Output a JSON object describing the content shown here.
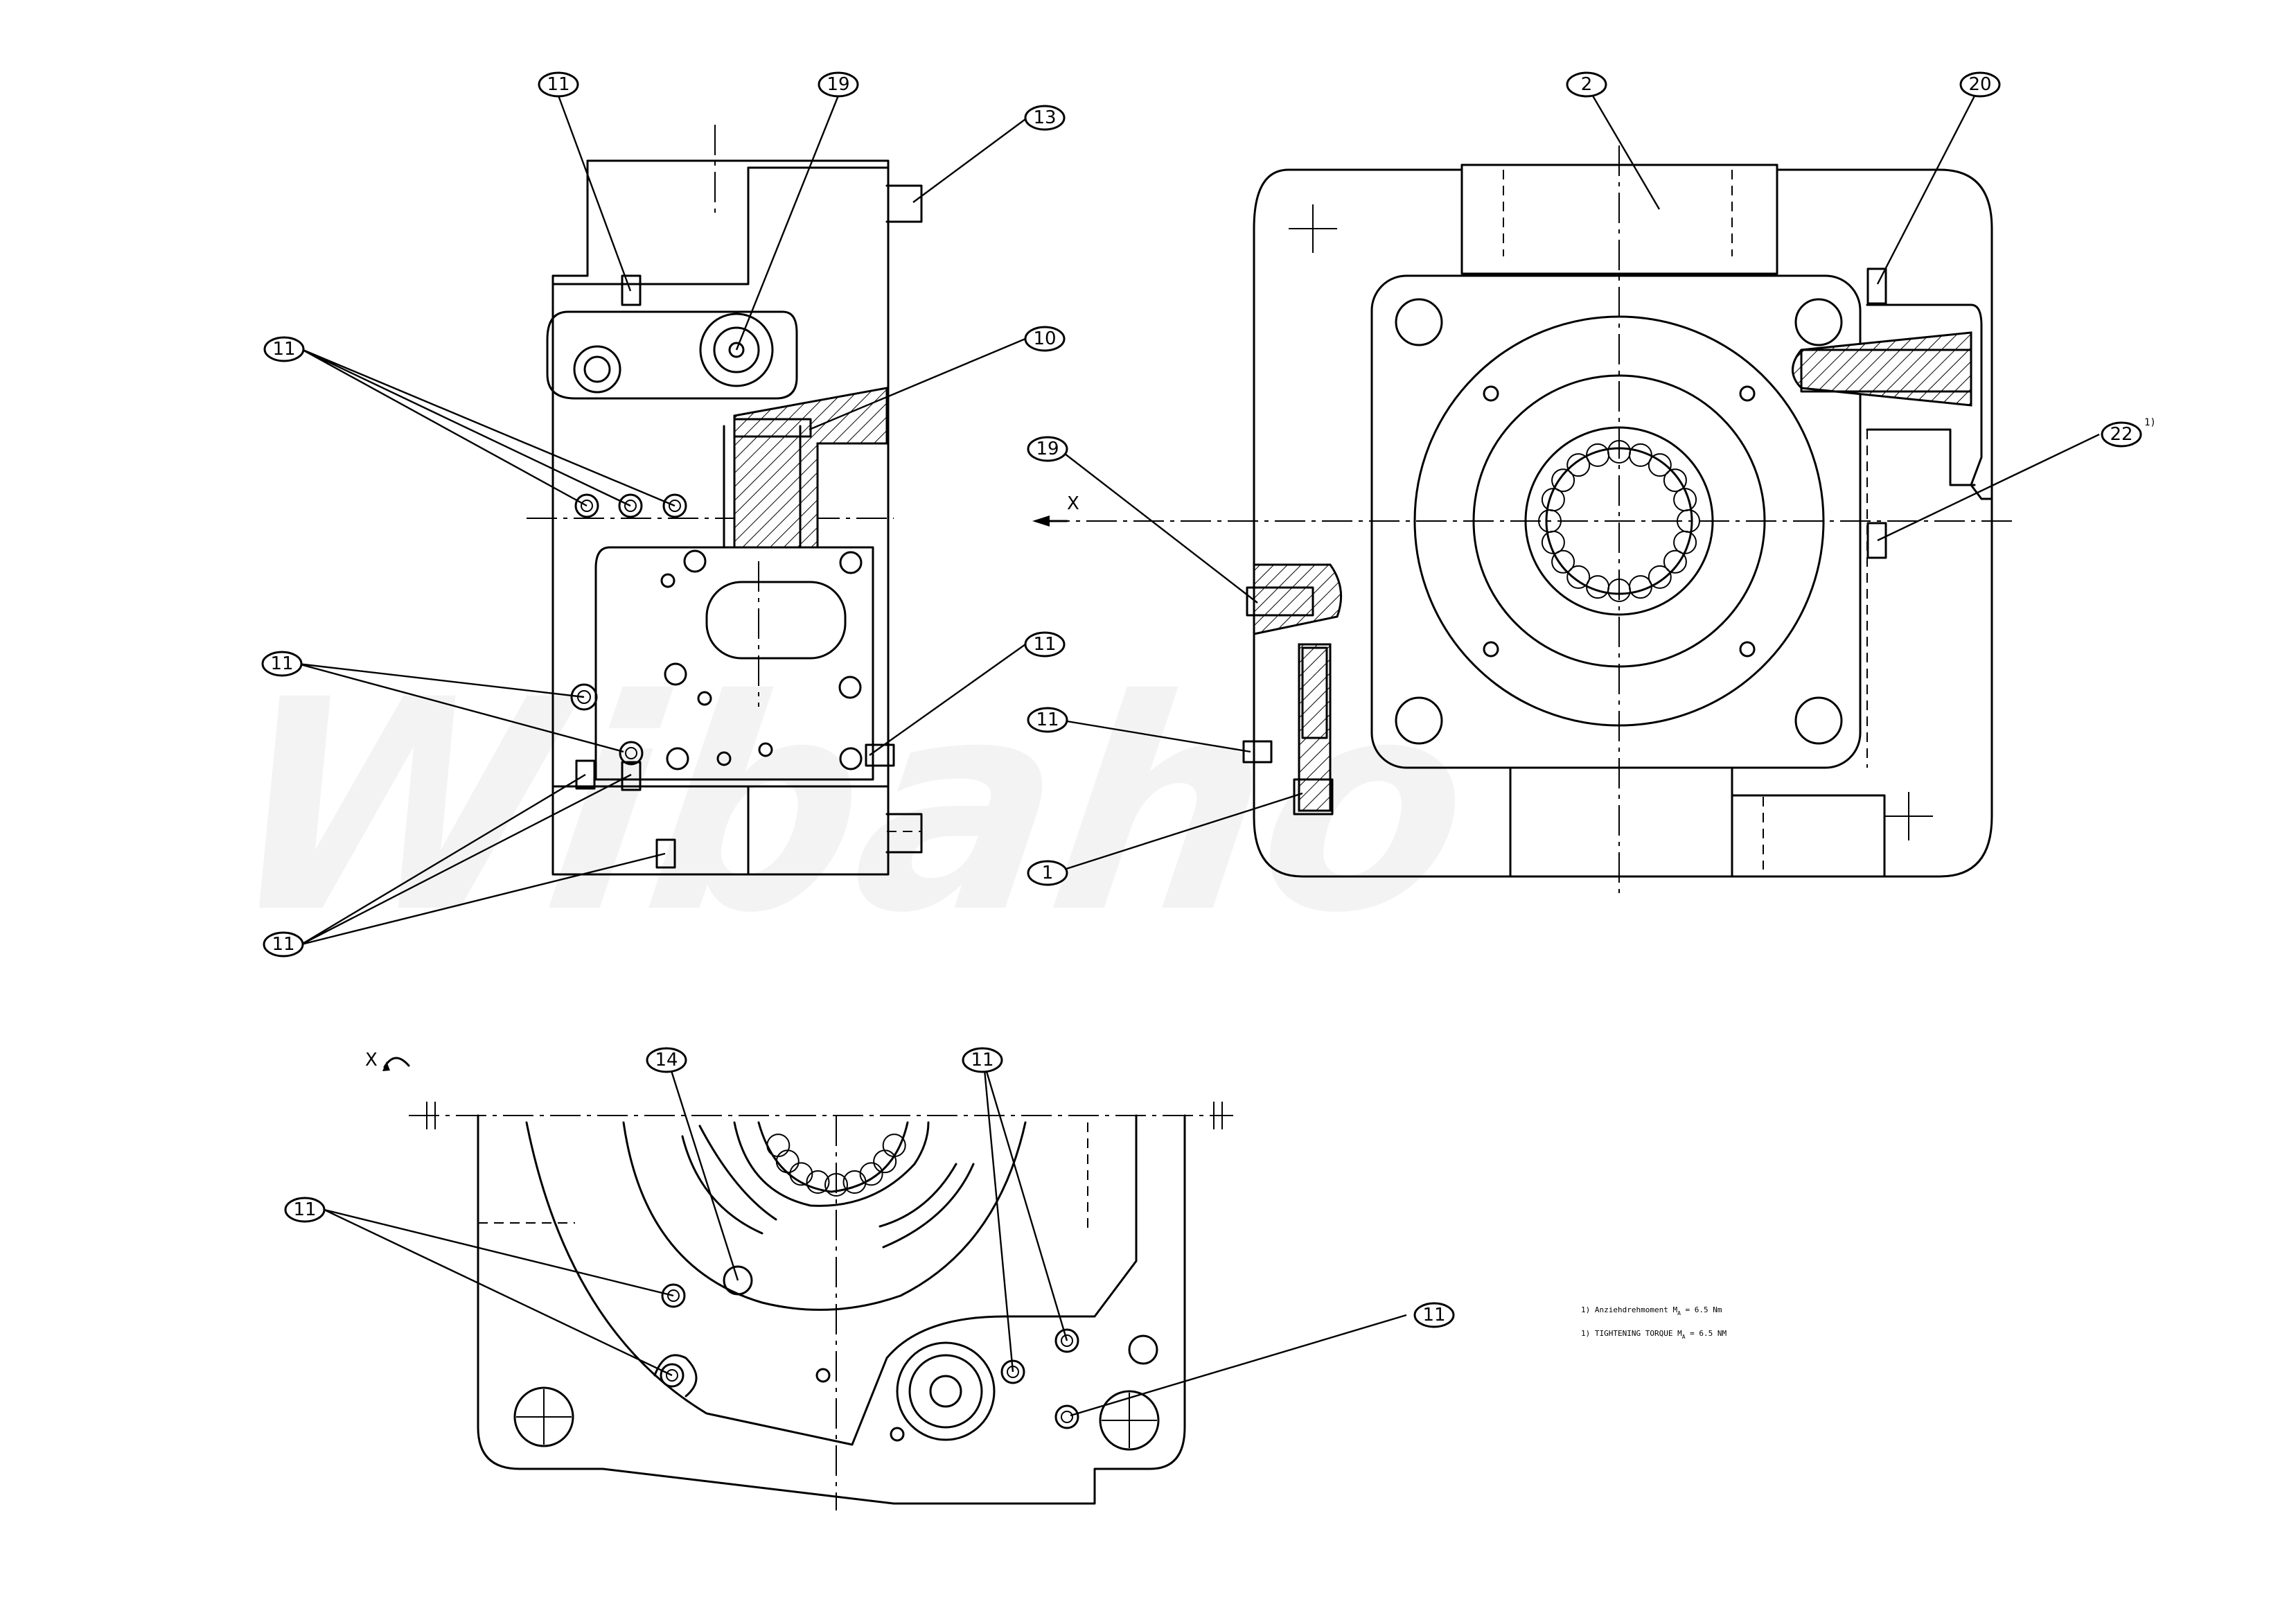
{
  "watermark": {
    "text": "Wibaho"
  },
  "view_labels": {
    "arrow_x": "X",
    "view_x": "X"
  },
  "balloons": [
    {
      "id": "b11_top",
      "text": "11"
    },
    {
      "id": "b19_top",
      "text": "19"
    },
    {
      "id": "b13",
      "text": "13"
    },
    {
      "id": "b11_left_a",
      "text": "11"
    },
    {
      "id": "b10",
      "text": "10"
    },
    {
      "id": "b11_left_b",
      "text": "11"
    },
    {
      "id": "b11_mid_r",
      "text": "11"
    },
    {
      "id": "b11_left_c",
      "text": "11"
    },
    {
      "id": "b2",
      "text": "2"
    },
    {
      "id": "b20",
      "text": "20"
    },
    {
      "id": "b22",
      "text": "22"
    },
    {
      "id": "b19_right",
      "text": "19"
    },
    {
      "id": "b11_right",
      "text": "11"
    },
    {
      "id": "b1",
      "text": "1"
    },
    {
      "id": "b14",
      "text": "14"
    },
    {
      "id": "b11_bottom_top",
      "text": "11"
    },
    {
      "id": "b11_bottom_left",
      "text": "11"
    },
    {
      "id": "b11_bottom_right",
      "text": "11"
    }
  ],
  "footnote_marker": "1)",
  "notes": [
    "1) Anziehdrehmoment M",
    "A",
    " = 6.5 Nm",
    "1) TIGHTENING TORQUE M",
    "A",
    " = 6.5 NM"
  ]
}
